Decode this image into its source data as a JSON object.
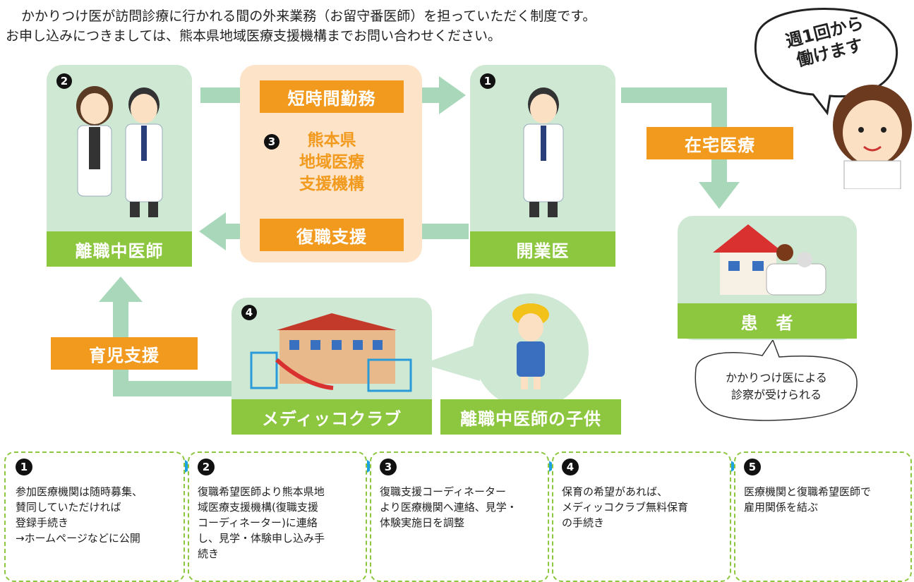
{
  "intro": {
    "line1": "かかりつけ医が訪問診療に行かれる間の外来業務（お留守番医師）を担っていただく制度です。",
    "line2": "お申し込みにつきましては、熊本県地域医療支援機構までお問い合わせください。"
  },
  "speech": {
    "line1": "週1回から",
    "line2": "働けます"
  },
  "nodes": {
    "retired_doctor": {
      "num": "2",
      "label": "離職中医師"
    },
    "practitioner": {
      "num": "1",
      "label": "開業医"
    },
    "organization": {
      "num": "3",
      "name_line1": "熊本県",
      "name_line2": "地域医療",
      "name_line3": "支援機構"
    },
    "patient": {
      "label": "患　者"
    },
    "medicco": {
      "num": "4",
      "label": "メディッコクラブ"
    },
    "child": {
      "label": "離職中医師の子供"
    }
  },
  "flows": {
    "short_work": "短時間勤務",
    "return_support": "復職支援",
    "home_care": "在宅医療",
    "childcare": "育児支援"
  },
  "patient_bubble": {
    "line1": "かかりつけ医による",
    "line2": "診察が受けられる"
  },
  "steps": [
    {
      "num": "1",
      "lines": [
        "参加医療機関は随時募集、",
        "賛同していただければ",
        "登録手続き",
        "→ホームページなどに公開"
      ]
    },
    {
      "num": "2",
      "lines": [
        "復職希望医師より熊本県地",
        "域医療支援機構(復職支援",
        "コーディネーター)に連絡",
        "し、見学・体験申し込み手",
        "続き"
      ]
    },
    {
      "num": "3",
      "lines": [
        "復職支援コーディネーター",
        "より医療機関へ連絡、見学・",
        "体験実施日を調整"
      ]
    },
    {
      "num": "4",
      "lines": [
        "保育の希望があれば、",
        "メディッコクラブ無料保育",
        "の手続き"
      ]
    },
    {
      "num": "5",
      "lines": [
        "医療機関と復職希望医師で",
        "雇用関係を結ぶ"
      ]
    }
  ],
  "colors": {
    "green_box": "#cfe8d4",
    "green_label": "#8dc63f",
    "orange": "#f29a1e",
    "org_bg": "#fde3c8",
    "arrow_green": "#a8d8b9",
    "arrow_blue": "#1aa3e0"
  }
}
